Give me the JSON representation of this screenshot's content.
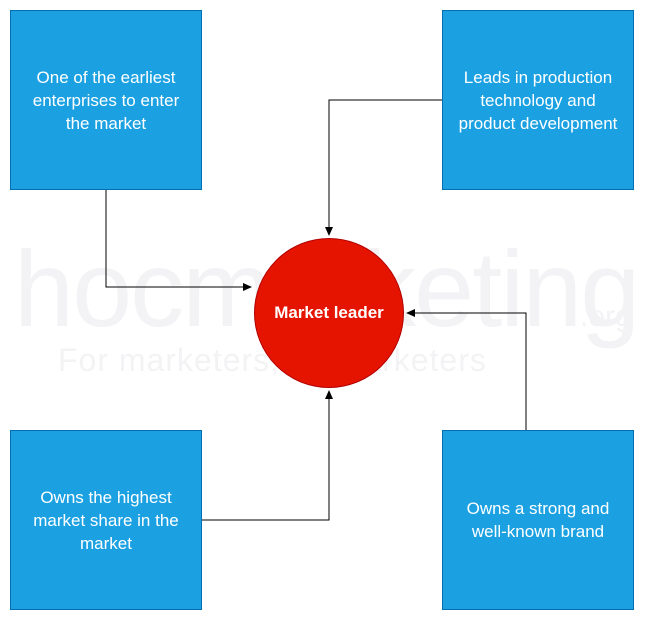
{
  "watermark": {
    "main": "hocmarketing",
    "suffix": ".org",
    "tagline": "For marketers, by marketers"
  },
  "center": {
    "label": "Market leader",
    "color": "#e51400"
  },
  "boxes": {
    "top_left": "One of the earliest enterprises to enter the market",
    "top_right": "Leads in production technology and product development",
    "bottom_left": "Owns the highest market share in the market",
    "bottom_right": "Owns a strong and well-known brand",
    "color": "#1ba1e2"
  }
}
